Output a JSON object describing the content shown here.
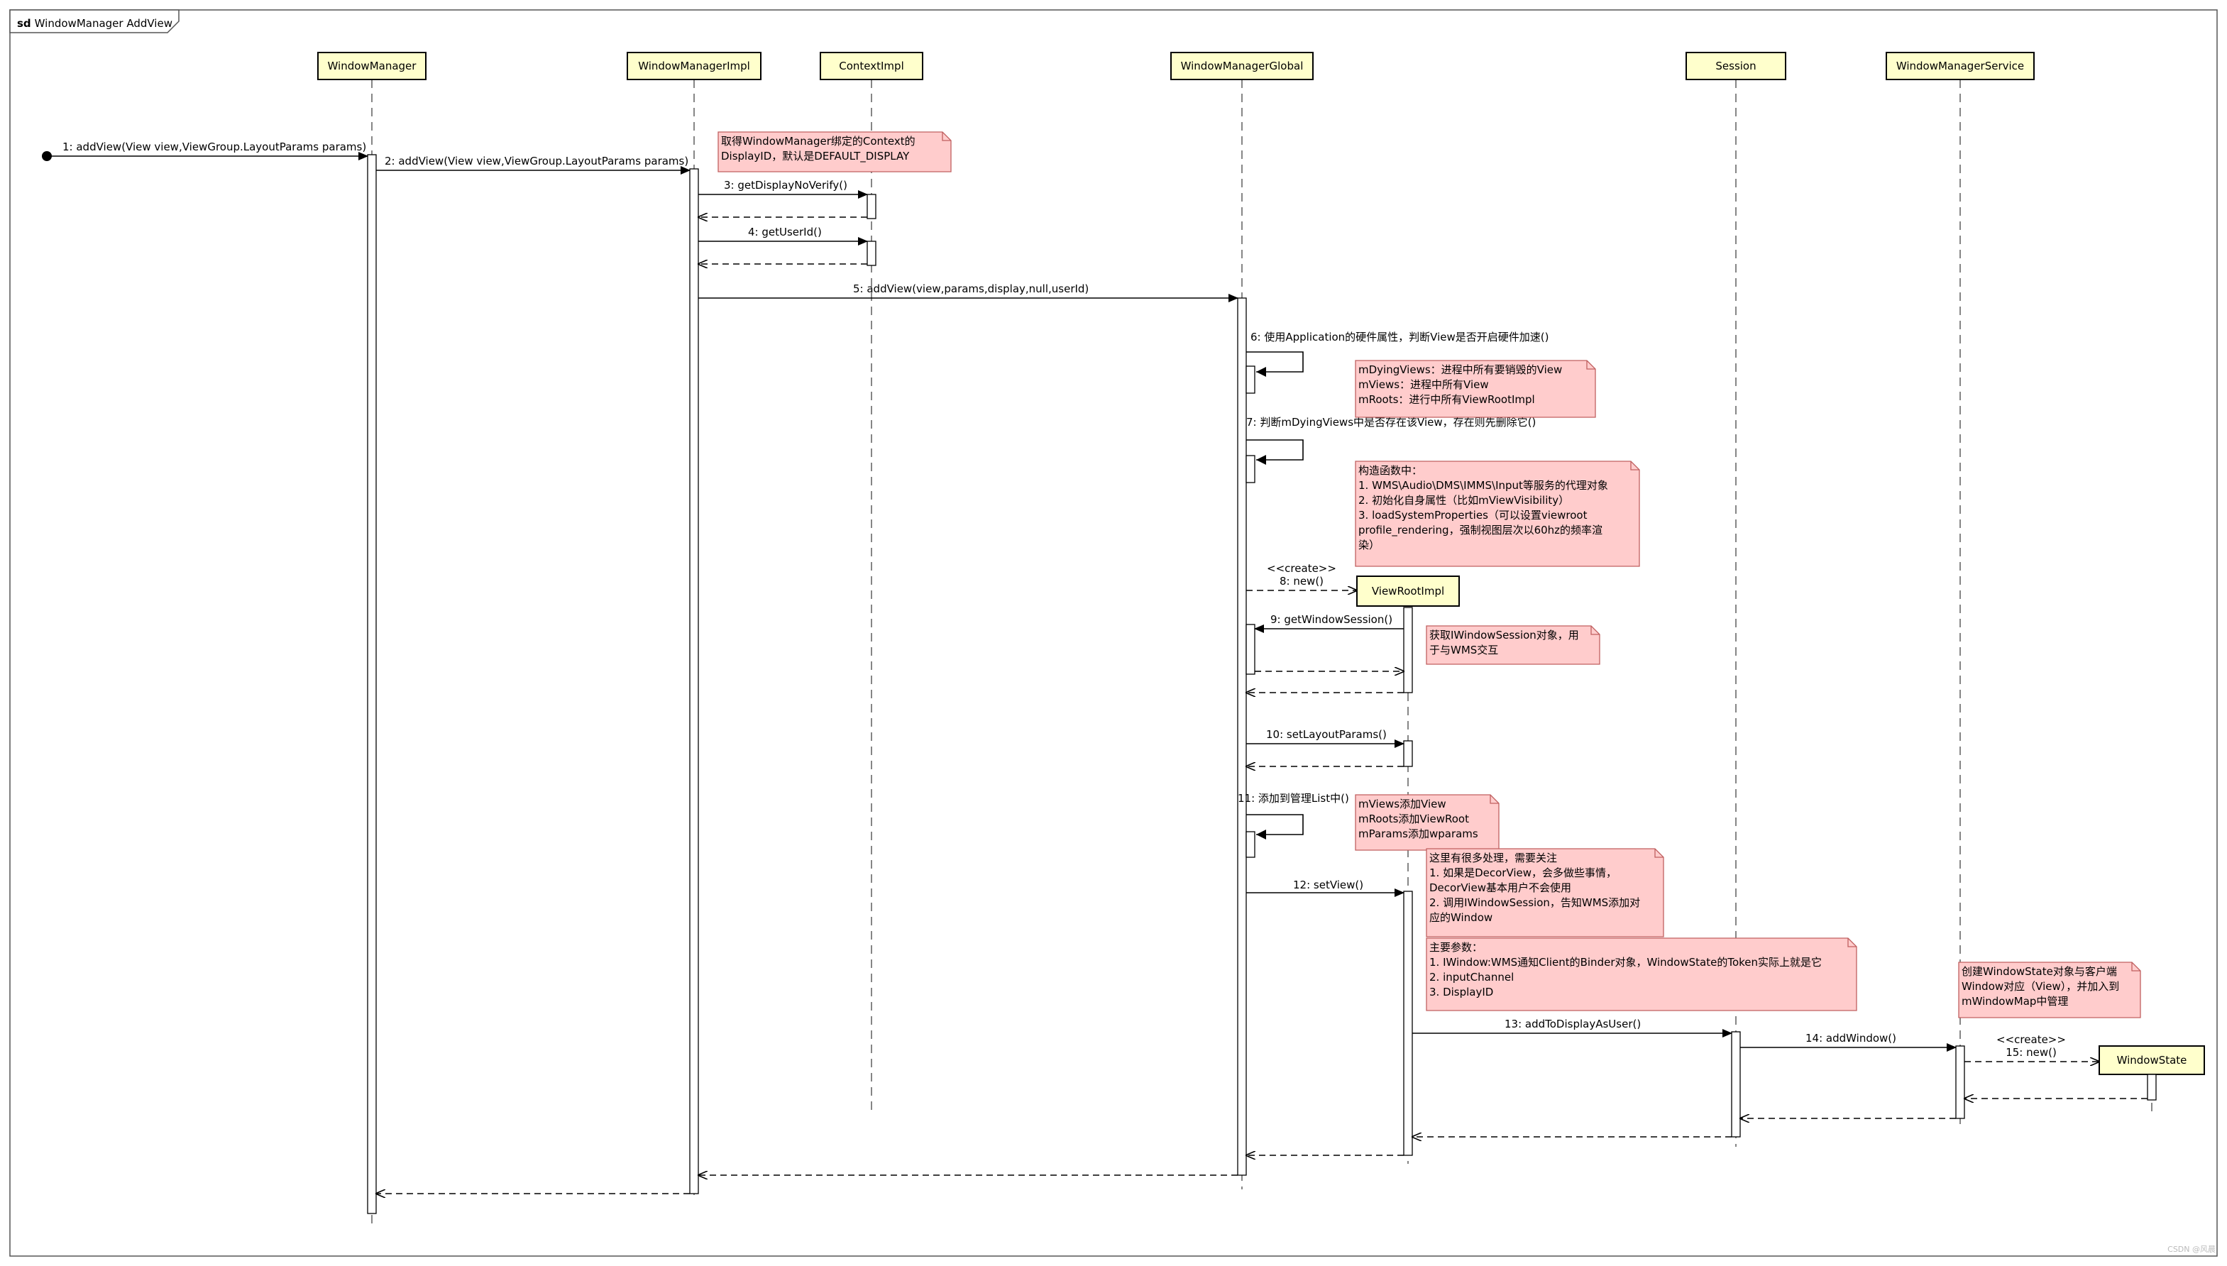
{
  "frame": {
    "keyword": "sd",
    "title": "WindowManager AddView"
  },
  "lifelines": [
    {
      "id": "wm",
      "label": "WindowManager"
    },
    {
      "id": "wmi",
      "label": "WindowManagerImpl"
    },
    {
      "id": "ctx",
      "label": "ContextImpl"
    },
    {
      "id": "wmg",
      "label": "WindowManagerGlobal"
    },
    {
      "id": "vri",
      "label": "ViewRootImpl"
    },
    {
      "id": "ses",
      "label": "Session"
    },
    {
      "id": "wms",
      "label": "WindowManagerService"
    },
    {
      "id": "ws",
      "label": "WindowState"
    }
  ],
  "messages": [
    {
      "id": "m1",
      "label": "1: addView(View view,ViewGroup.LayoutParams params)"
    },
    {
      "id": "m2",
      "label": "2: addView(View view,ViewGroup.LayoutParams params)"
    },
    {
      "id": "m3",
      "label": "3: getDisplayNoVerify()"
    },
    {
      "id": "m4",
      "label": "4: getUserId()"
    },
    {
      "id": "m5",
      "label": "5: addView(view,params,display,null,userId)"
    },
    {
      "id": "m6",
      "label": "6: 使用Application的硬件属性，判断View是否开启硬件加速()"
    },
    {
      "id": "m7",
      "label": "7: 判断mDyingViews中是否存在该View，存在则先删除它()"
    },
    {
      "id": "m8",
      "label": "8: new()",
      "stereotype": "<<create>>"
    },
    {
      "id": "m9",
      "label": "9: getWindowSession()"
    },
    {
      "id": "m10",
      "label": "10: setLayoutParams()"
    },
    {
      "id": "m11",
      "label": "11: 添加到管理List中()"
    },
    {
      "id": "m12",
      "label": "12: setView()"
    },
    {
      "id": "m13",
      "label": "13: addToDisplayAsUser()"
    },
    {
      "id": "m14",
      "label": "14: addWindow()"
    },
    {
      "id": "m15",
      "label": "15: new()",
      "stereotype": "<<create>>"
    }
  ],
  "notes": [
    {
      "id": "n1",
      "lines": [
        "取得WindowManager绑定的Context的",
        "DisplayID，默认是DEFAULT_DISPLAY"
      ]
    },
    {
      "id": "n2",
      "lines": [
        "mDyingViews：进程中所有要销毁的View",
        "mViews：进程中所有View",
        "mRoots：进行中所有ViewRootImpl"
      ]
    },
    {
      "id": "n3",
      "lines": [
        "构造函数中：",
        "1. WMS\\Audio\\DMS\\IMMS\\Input等服务的代理对象",
        "2. 初始化自身属性（比如mViewVisibility）",
        "3. loadSystemProperties（可以设置viewroot",
        "profile_rendering，强制视图层次以60hz的频率渲",
        "染）"
      ]
    },
    {
      "id": "n4",
      "lines": [
        "获取IWindowSession对象，用",
        "于与WMS交互"
      ]
    },
    {
      "id": "n5",
      "lines": [
        "mViews添加View",
        "mRoots添加ViewRoot",
        "mParams添加wparams"
      ]
    },
    {
      "id": "n6",
      "lines": [
        "这里有很多处理，需要关注",
        "1. 如果是DecorView，会多做些事情，",
        "DecorView基本用户不会使用",
        "2. 调用IWindowSession，告知WMS添加对",
        "应的Window"
      ]
    },
    {
      "id": "n7",
      "lines": [
        "主要参数：",
        "1. IWindow:WMS通知Client的Binder对象，WindowState的Token实际上就是它",
        "2. inputChannel",
        "3. DisplayID"
      ]
    },
    {
      "id": "n8",
      "lines": [
        "创建WindowState对象与客户端",
        "Window对应（View），并加入到",
        "mWindowMap中管理"
      ]
    }
  ],
  "watermark": "CSDN @风晨",
  "colors": {
    "lifeline_fill": "#ffffcc",
    "note_fill": "#ffcccc",
    "note_stroke": "#c06060",
    "line": "#000000"
  }
}
